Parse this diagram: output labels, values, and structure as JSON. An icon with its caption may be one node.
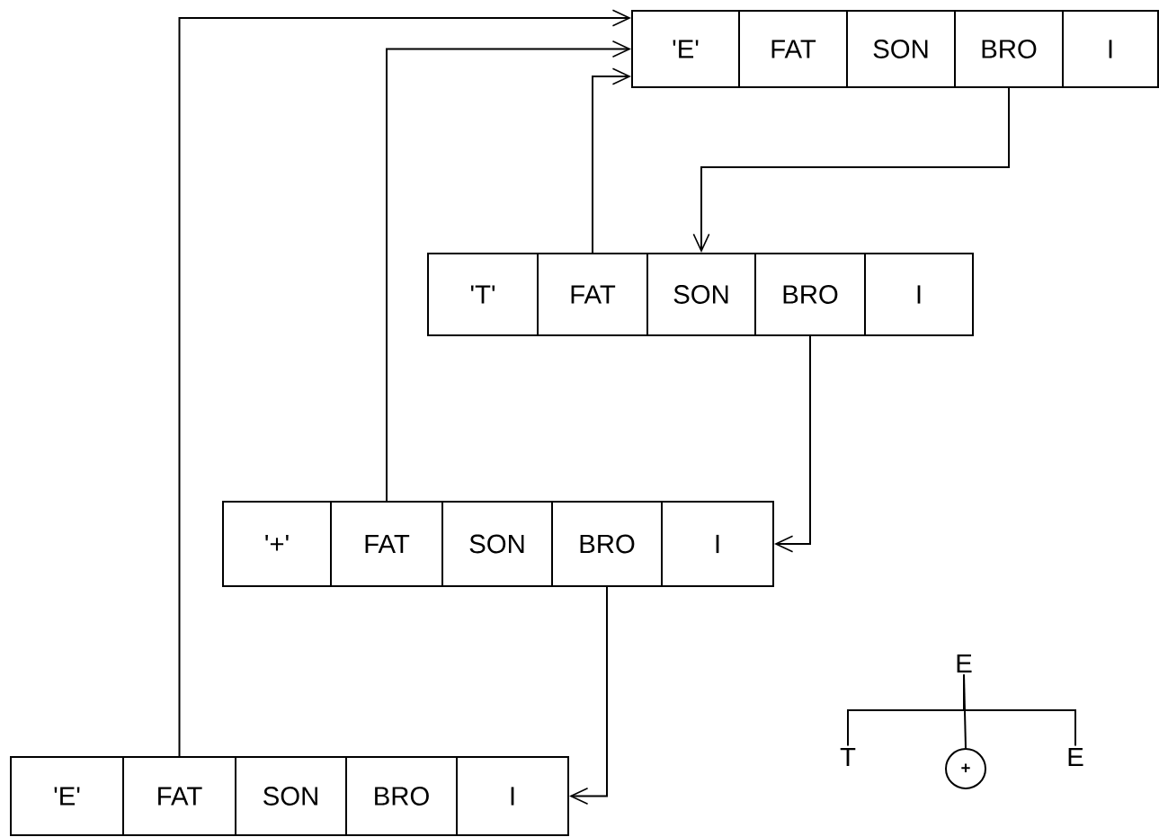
{
  "diagram": {
    "nodes": [
      {
        "text": [
          "'E'"
        ]
      },
      {
        "text": [
          "FAT"
        ]
      },
      {
        "text": [
          "SON"
        ]
      },
      {
        "text": [
          "BRO"
        ]
      },
      {
        "text": [
          "I"
        ]
      },
      {
        "text": [
          "'T'"
        ]
      },
      {
        "text": [
          "FAT"
        ]
      },
      {
        "text": [
          "SON"
        ]
      },
      {
        "text": [
          "BRO"
        ]
      },
      {
        "text": [
          "I"
        ]
      },
      {
        "text": [
          "'+'"
        ]
      },
      {
        "text": [
          "FAT"
        ]
      },
      {
        "text": [
          "SON"
        ]
      },
      {
        "text": [
          "BRO"
        ]
      },
      {
        "text": [
          "I"
        ]
      },
      {
        "text": [
          "'E'"
        ]
      },
      {
        "text": [
          "FAT"
        ]
      },
      {
        "text": [
          "SON"
        ]
      },
      {
        "text": [
          "BRO"
        ]
      },
      {
        "text": [
          "I"
        ]
      },
      {
        "text": [
          "E"
        ]
      },
      {
        "text": [
          "T"
        ]
      },
      {
        "text": [
          "+"
        ]
      },
      {
        "text": [
          "E"
        ]
      }
    ],
    "edges": [
      {
        "from": 16,
        "to": 0,
        "arrow": "to"
      },
      {
        "from": 11,
        "to": 0,
        "arrow": "to"
      },
      {
        "from": 6,
        "to": 0,
        "arrow": "to"
      },
      {
        "from": 3,
        "to": 7,
        "arrow": "to"
      },
      {
        "from": 8,
        "to": 14,
        "arrow": "to"
      },
      {
        "from": 13,
        "to": 19,
        "arrow": "to"
      },
      {
        "from": 20,
        "to": 21,
        "arrow": "none"
      },
      {
        "from": 20,
        "to": 22,
        "arrow": "none"
      },
      {
        "from": 20,
        "to": 23,
        "arrow": "none"
      }
    ]
  }
}
